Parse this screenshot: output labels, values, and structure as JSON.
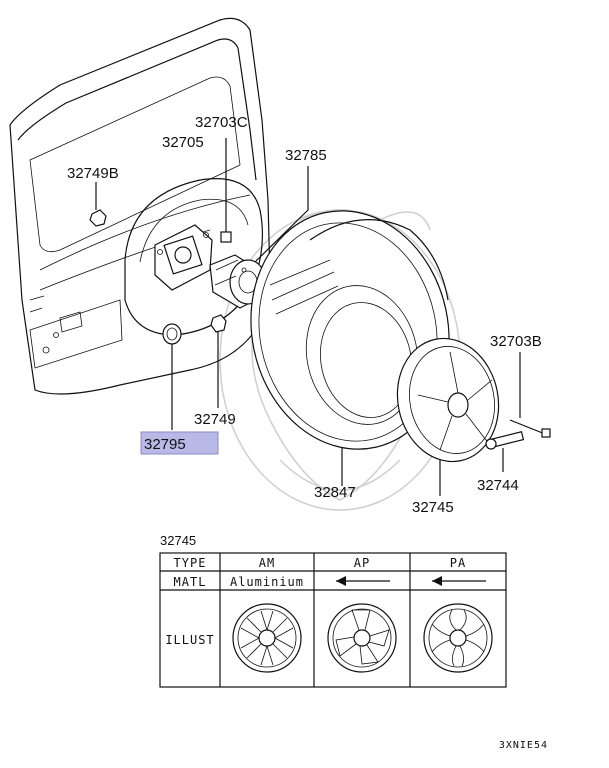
{
  "diagram": {
    "parts": {
      "p32703C": "32703C",
      "p32705": "32705",
      "p32749B": "32749B",
      "p32785": "32785",
      "p32703B": "32703B",
      "p32749": "32749",
      "p32795": "32795",
      "p32744": "32744",
      "p32847": "32847",
      "p32745": "32745"
    },
    "highlighted_part": "32795",
    "highlight_color": "#b9b9e8"
  },
  "table": {
    "title": "32745",
    "row_labels": {
      "type": "TYPE",
      "matl": "MATL",
      "illust": "ILLUST"
    },
    "columns": [
      {
        "type": "AM",
        "matl": "Aluminium"
      },
      {
        "type": "AP",
        "matl": "same-arrow"
      },
      {
        "type": "PA",
        "matl": "same-arrow"
      }
    ]
  },
  "footer_code": "3XNIE54"
}
